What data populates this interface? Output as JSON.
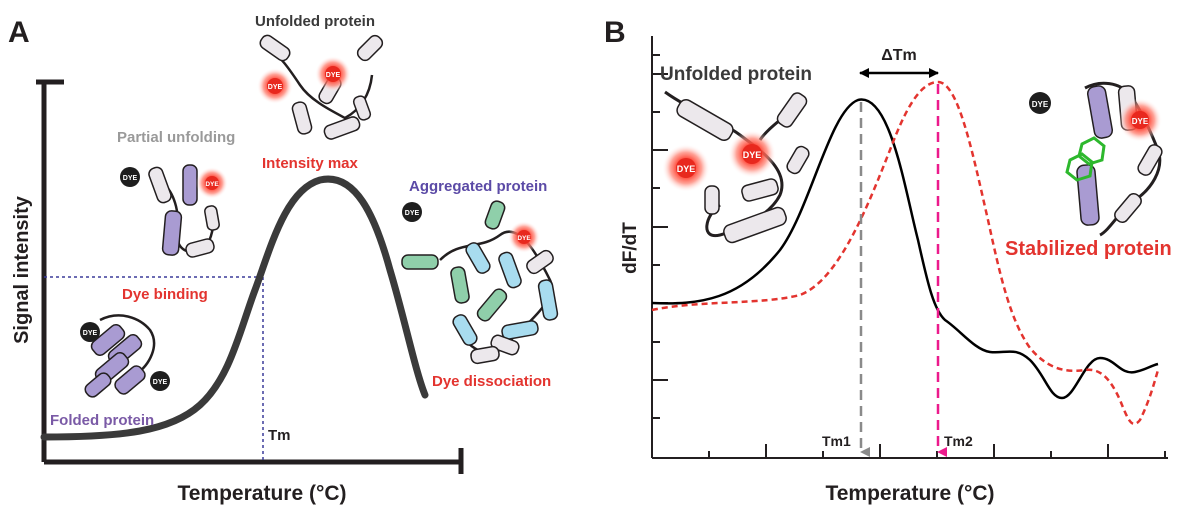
{
  "colors": {
    "axis": "#231f20",
    "red": "#e3342f",
    "blue": "#3b3b9a",
    "purple_text": "#7a5aa6",
    "grey_text": "#9a9a9a",
    "helix_grey": "#ece8ec",
    "helix_purple": "#a99bd2",
    "helix_green": "#8fcfaa",
    "helix_blue": "#a8dcef",
    "magenta": "#ec1a8c",
    "arrow_grey": "#8a8a8a",
    "ring_green": "#2db82d"
  },
  "panelA": {
    "letter": "A",
    "ylabel": "Signal intensity",
    "xlabel": "Temperature (°C)",
    "tm_label": "Tm",
    "annotations": {
      "unfolded": "Unfolded protein",
      "partial": "Partial unfolding",
      "intensity_max": "Intensity max",
      "aggregated": "Aggregated protein",
      "dye_binding": "Dye binding",
      "dye_dissociation": "Dye dissociation",
      "folded": "Folded protein"
    }
  },
  "panelB": {
    "letter": "B",
    "ylabel": "dF/dT",
    "xlabel": "Temperature (°C)",
    "delta_tm": "ΔTm",
    "tm1": "Tm1",
    "tm2": "Tm2",
    "annotations": {
      "unfolded": "Unfolded protein",
      "stabilized": "Stabilized protein"
    }
  },
  "dye_text": "DYE"
}
